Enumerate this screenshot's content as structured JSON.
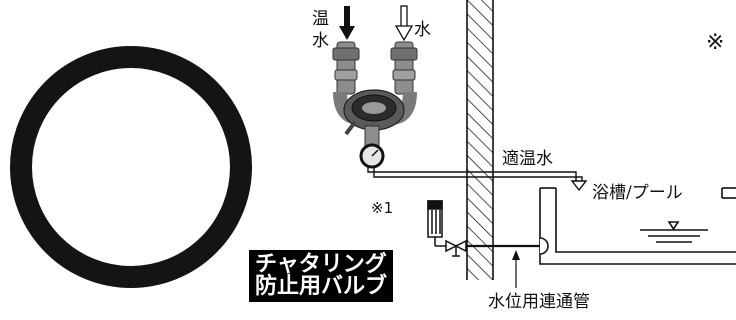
{
  "labels": {
    "hot_water_line1": "温",
    "hot_water_line2": "水",
    "cold_water": "水",
    "mixed_water": "適温水",
    "tub": "浴槽/プール",
    "note_mark": "※1",
    "connecting_pipe": "水位用連通管",
    "corner_mark": "※"
  },
  "valve_label": {
    "line1": "チャタリング",
    "line2": "防止用バルブ"
  },
  "colors": {
    "ink": "#111111",
    "valve_label_bg": "#000000",
    "valve_label_fg": "#ffffff",
    "valve_body": "#8a8a8a",
    "hatch": "#222222"
  },
  "icons": {
    "ring": "circle-ring",
    "mixing_valve": "thermostatic-mixing-valve-photo",
    "hot_arrow": "arrow-down-filled",
    "cold_arrow": "arrow-down-outline"
  }
}
